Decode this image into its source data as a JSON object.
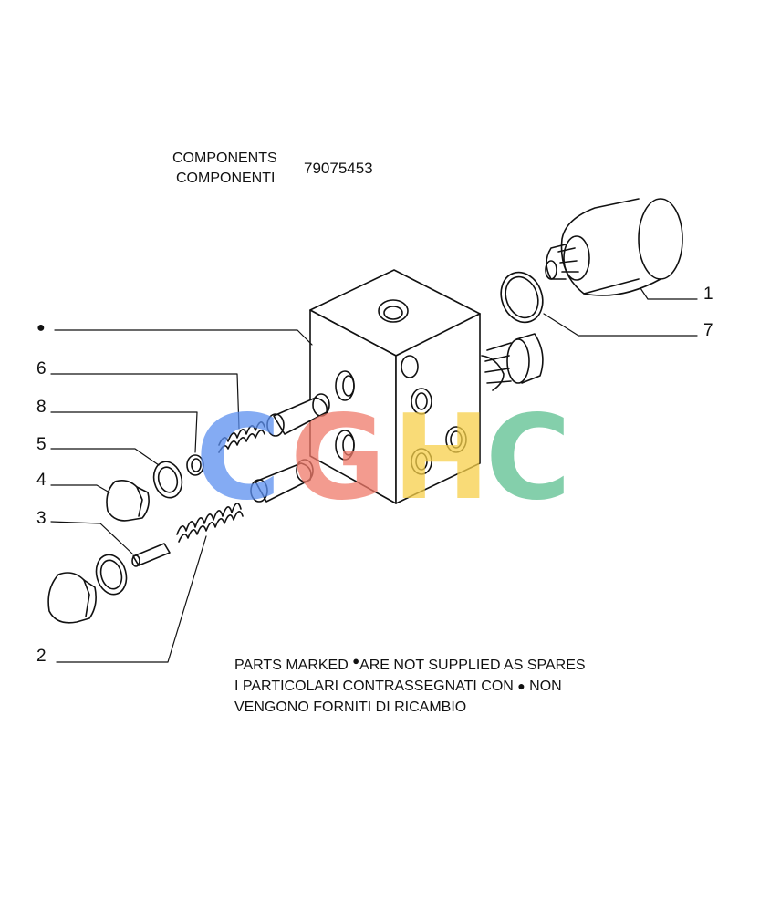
{
  "header": {
    "title_en": "COMPONENTS",
    "title_it": "COMPONENTI",
    "part_number": "79075453"
  },
  "callouts": [
    {
      "id": "bullet",
      "label": "●"
    },
    {
      "id": "1",
      "label": "1"
    },
    {
      "id": "7",
      "label": "7"
    },
    {
      "id": "6",
      "label": "6"
    },
    {
      "id": "8",
      "label": "8"
    },
    {
      "id": "5",
      "label": "5"
    },
    {
      "id": "4",
      "label": "4"
    },
    {
      "id": "3",
      "label": "3"
    },
    {
      "id": "2",
      "label": "2"
    }
  ],
  "note": {
    "line1_prefix": "PARTS MARKED ",
    "line1_bullet": "●",
    "line1_suffix": "ARE NOT SUPPLIED AS SPARES",
    "line2_prefix": "I  PARTICOLARI  CONTRASSEGNATI  CON ",
    "line2_bullet": "●",
    "line2_suffix": " NON",
    "line3": "VENGONO FORNITI DI RICAMBIO"
  },
  "watermark": {
    "text": "CGHC",
    "colors": [
      "#5b8ff0",
      "#f07a6a",
      "#f7d04a",
      "#5cbf8f"
    ]
  }
}
